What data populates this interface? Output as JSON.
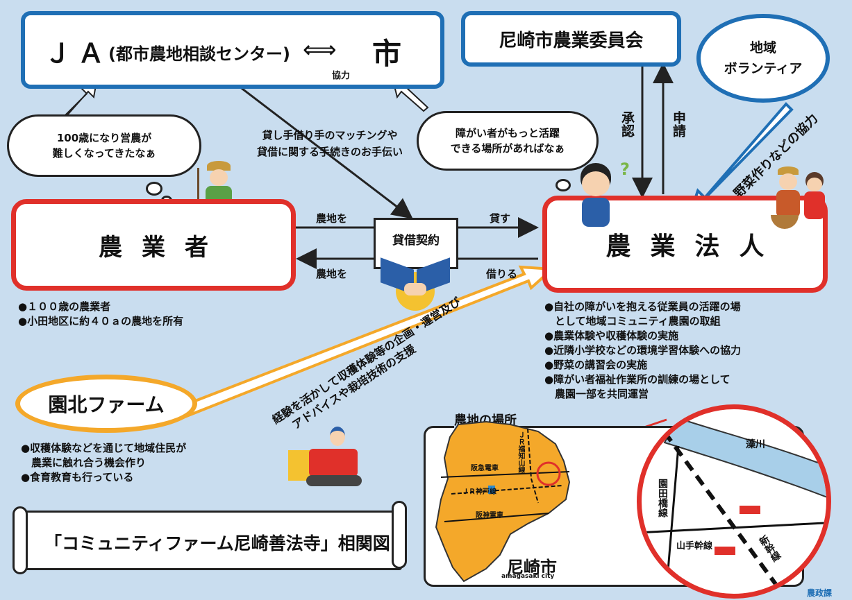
{
  "ja_box": {
    "ja": "ＪＡ",
    "center": "(都市農地相談センター)",
    "cooperation": "協力",
    "city": "市"
  },
  "committee": "尼崎市農業委員会",
  "volunteer": {
    "line1": "地域",
    "line2": "ボランティア"
  },
  "approve": "承認",
  "apply": "申請",
  "volunteer_help": "野菜作りなどの協力",
  "farmer_cloud": {
    "line1": "100歳になり営農が",
    "line2": "難しくなってきたなぁ"
  },
  "matching": {
    "line1": "貸し手借り手のマッチングや",
    "line2": "貸借に関する手続きのお手伝い"
  },
  "disabled_cloud": {
    "line1": "障がい者がもっと活躍",
    "line2": "できる場所があればなぁ"
  },
  "farmer": "農業者",
  "corporation": "農業法人",
  "contract": "貸借契約",
  "flow": {
    "land_top": "農地を",
    "lend": "貸す",
    "land_bottom": "農地を",
    "borrow": "借りる"
  },
  "farmer_notes": [
    "●１００歳の農業者",
    "●小田地区に約４０ａの農地を所有"
  ],
  "corp_notes": [
    "●自社の障がいを抱える従業員の活躍の場",
    "　として地域コミュニティ農園の取組",
    "●農業体験や収穫体験の実施",
    "●近隣小学校などの環境学習体験への協力",
    "●野菜の講習会の実施",
    "●障がい者福祉作業所の訓練の場として",
    "　農園一部を共同運営"
  ],
  "sonokita": "園北ファーム",
  "support": {
    "line1": "経験を活かして収穫体験等の企画・運営及び",
    "line2": "アドバイスや栽培技術の支援"
  },
  "sonokita_notes": [
    "●収穫体験などを通じて地域住民が",
    "　農業に触れ合う機会作り",
    "●食育教育も行っている"
  ],
  "map": {
    "title": "農地の場所",
    "hankyu": "阪急電車",
    "jr_fukuchiyama": "ＪＲ福知山線",
    "jr_kobe": "ＪＲ神戸線",
    "hanshin": "阪神電車",
    "city": "尼崎市",
    "city_roman": "amagasaki city",
    "river": "藻川",
    "sonodabashi": "園田橋線",
    "yamate": "山手幹線",
    "shinkansen": "新幹線"
  },
  "scroll_title": "「コミュニティファーム尼崎善法寺」相関図",
  "dept": "農政課",
  "colors": {
    "blue": "#1f6fb5",
    "red": "#e0302a",
    "orange": "#f4a82a",
    "background": "#c9ddef"
  }
}
